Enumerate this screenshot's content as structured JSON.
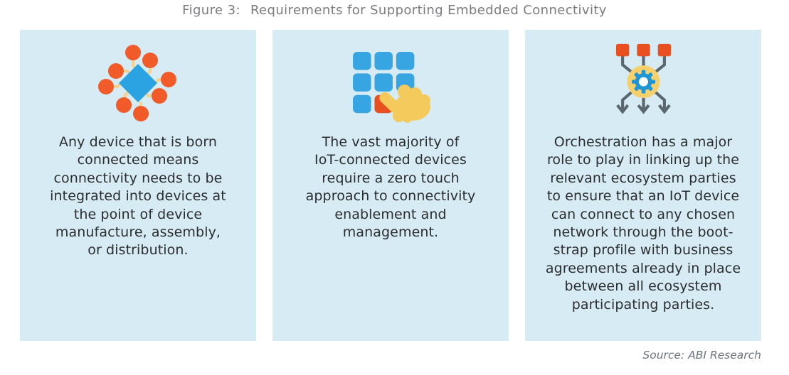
{
  "figure": {
    "label": "Figure 3:",
    "title": "Requirements for Supporting Embedded Connectivity"
  },
  "cards": [
    {
      "icon": "chip-network-icon",
      "lines": [
        "Any device that is born",
        "connected means",
        "connectivity needs to be",
        "integrated into devices at",
        "the point of device",
        "manufacture, assembly,",
        "or distribution."
      ]
    },
    {
      "icon": "keypad-touch-icon",
      "lines": [
        "The vast majority of",
        "IoT-connected devices",
        "require a zero touch",
        "approach to connectivity",
        "enablement and",
        "management."
      ]
    },
    {
      "icon": "orchestration-gear-icon",
      "lines": [
        "Orchestration has a major",
        "role to play in linking up the",
        "relevant ecosystem parties",
        "to ensure that an IoT device",
        "can connect to any chosen",
        "network through the boot-",
        "strap profile with business",
        "agreements already in place",
        "between all ecosystem",
        "participating parties."
      ]
    }
  ],
  "source": "Source: ABI Research",
  "colors": {
    "card_bg": "#d6ebf3",
    "title_text": "#7a7c80",
    "body_text": "#2b2d30",
    "source_text": "#6b7380",
    "blue": "#2ba3e2",
    "blue_key": "#38a5e3",
    "blue_gear": "#1f96d3",
    "orange": "#f15a29",
    "orange_deep": "#e8511f",
    "trace_yellow": "#f3d290",
    "hand_yellow": "#f4ca5c",
    "gear_bg_yellow": "#f5d06b",
    "slate": "#5a676f"
  }
}
